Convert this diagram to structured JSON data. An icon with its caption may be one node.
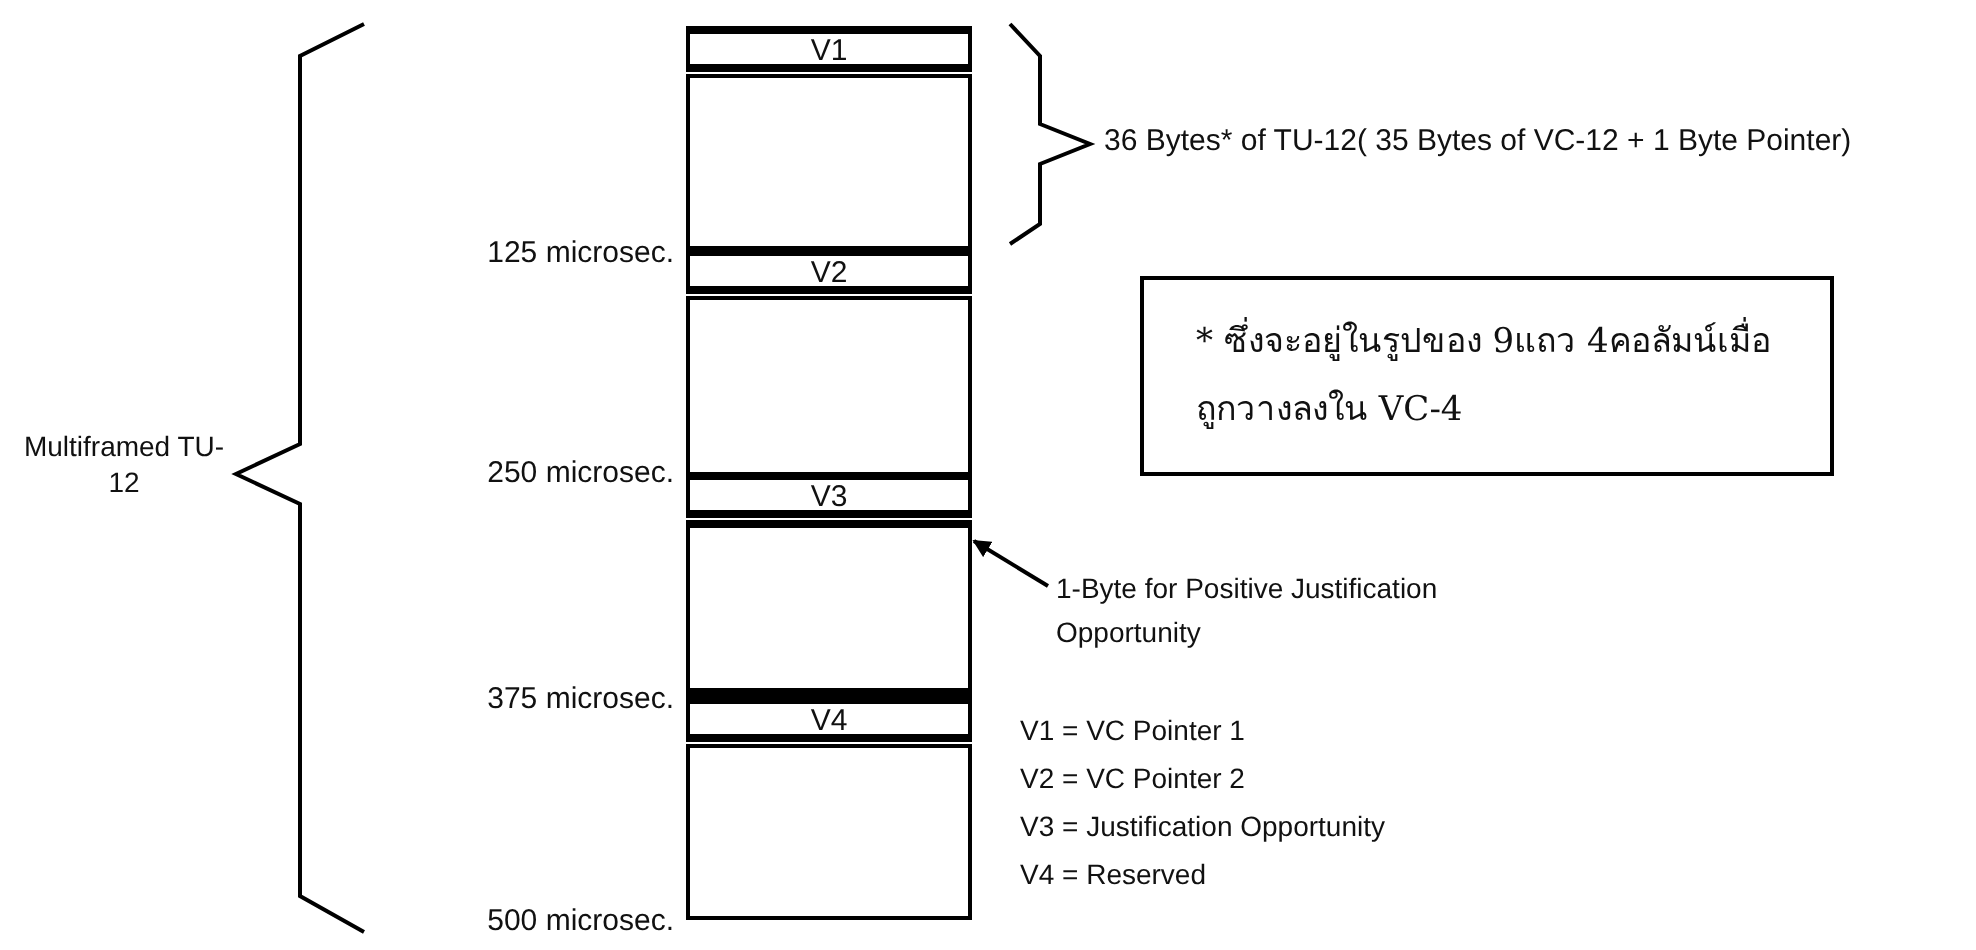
{
  "diagram": {
    "nodes": [
      {
        "text": [
          "V1"
        ]
      },
      {
        "text": [],
        "shape": "box"
      },
      {
        "text": [
          "V2"
        ]
      },
      {
        "text": [],
        "shape": "box"
      },
      {
        "text": [
          "V3"
        ]
      },
      {
        "text": [],
        "shape": "box"
      },
      {
        "text": [],
        "shape": "box"
      },
      {
        "text": [
          "V4"
        ]
      },
      {
        "text": [],
        "shape": "box"
      },
      {
        "text": [
          "* ซึ่งจะอยู่ในรูปของ 9แถว 4คอลัมน์เมื่อถูกวางลงใน VC-4"
        ]
      },
      {
        "text": [
          "1-Byte for Positive Justification Opportunity"
        ]
      }
    ],
    "edges": [
      {
        "from": 10,
        "to": 5,
        "arrow": "to"
      }
    ],
    "labels": [
      "36 Bytes* of TU-12( 35 Bytes of VC-12 + 1 Byte Pointer)",
      "125 microsec.",
      "Multiframed TU-12",
      "250 microsec.",
      "375 microsec.",
      "V1 = VC Pointer 1",
      "V2 = VC Pointer 2",
      "V3 = Justification Opportunity",
      "V4 = Reserved",
      "500 microsec."
    ]
  }
}
